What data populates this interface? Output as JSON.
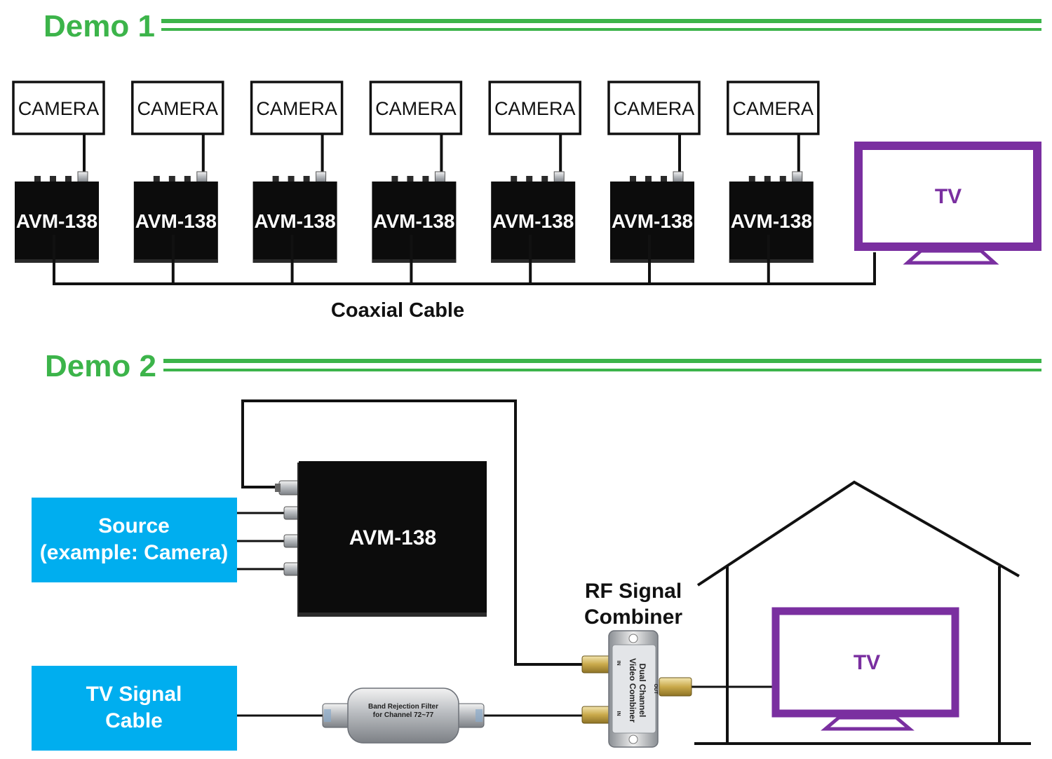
{
  "colors": {
    "green": "#3cb44a",
    "purple": "#7a2fa0",
    "blue": "#00aeef",
    "device": "#0c0c0c",
    "cable": "#111111"
  },
  "demo1": {
    "title": "Demo 1",
    "camera_label": "CAMERA",
    "modulator_label": "AVM-138",
    "unit_count": 7,
    "tv_label": "TV",
    "cable_label": "Coaxial Cable"
  },
  "demo2": {
    "title": "Demo 2",
    "modulator_label": "AVM-138",
    "source_label_line1": "Source",
    "source_label_line2": "(example: Camera)",
    "tv_signal_line1": "TV Signal",
    "tv_signal_line2": "Cable",
    "filter_line1": "Band Rejection Filter",
    "filter_line2": "for Channel 72~77",
    "combiner_caption_line1": "RF Signal",
    "combiner_caption_line2": "Combiner",
    "combiner_body_line1": "Dual Channel",
    "combiner_body_line2": "Video Combiner",
    "combiner_port_in": "IN",
    "combiner_port_out": "OUT",
    "tv_label": "TV",
    "house_icon": "house-icon"
  }
}
